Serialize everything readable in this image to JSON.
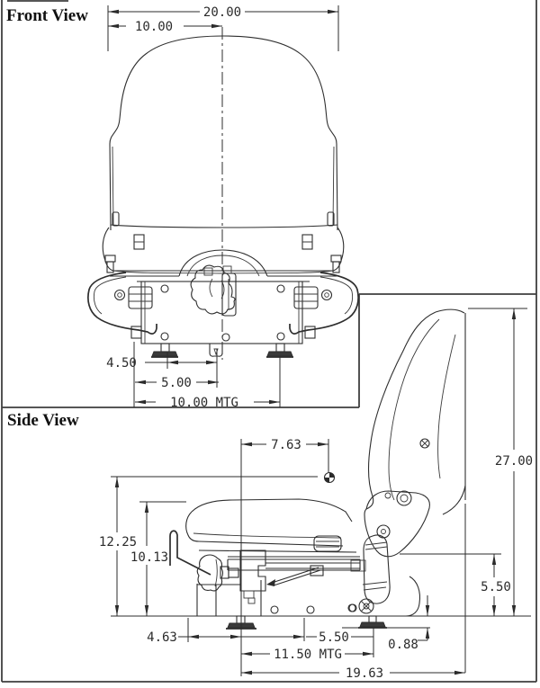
{
  "colors": {
    "ink": "#2b2b2b",
    "frame": "#3f3f3f",
    "background": "#ffffff"
  },
  "front_view": {
    "title": "Front View",
    "dims": {
      "overall_width": "20.00",
      "half_width": "10.00",
      "foot_to_bracket": "4.50",
      "foot_to_center": "5.00",
      "mounting_width": "10.00 MTG"
    }
  },
  "side_view": {
    "title": "Side View",
    "dims": {
      "sip_setback": "7.63",
      "overall_height": "27.00",
      "sip_height": "12.25",
      "cushion_height": "10.13",
      "pivot_height": "5.50",
      "front_overhang": "4.63",
      "front_foot_span": "5.50",
      "mounting_depth": "11.50 MTG",
      "foot_height": "0.88",
      "overall_depth": "19.63"
    }
  }
}
